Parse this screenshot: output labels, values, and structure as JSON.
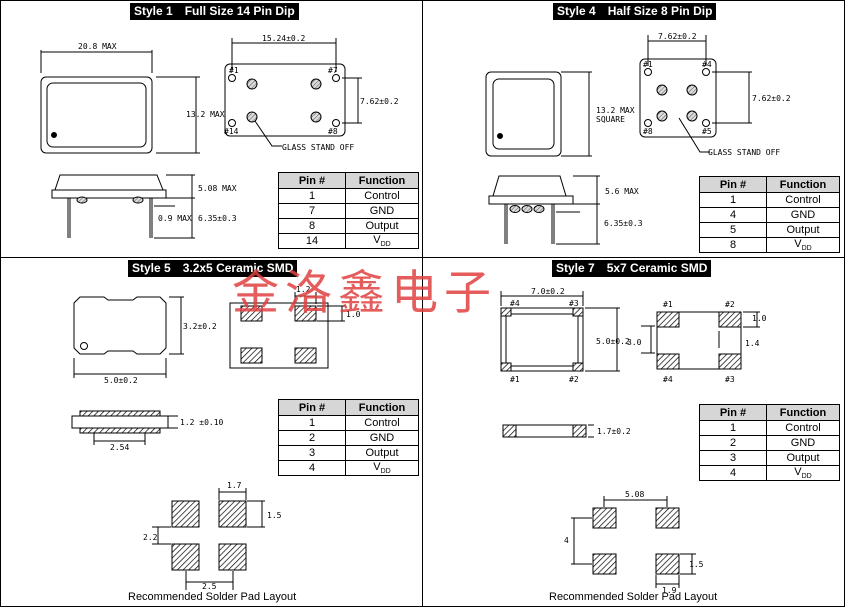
{
  "sections": [
    {
      "style": "Style 1",
      "title": "Full Size 14 Pin Dip"
    },
    {
      "style": "Style 4",
      "title": "Half Size 8 Pin Dip"
    },
    {
      "style": "Style 5",
      "title": "3.2x5 Ceramic SMD"
    },
    {
      "style": "Style 7",
      "title": "5x7 Ceramic SMD"
    }
  ],
  "table_headers": {
    "pin": "Pin #",
    "function": "Function"
  },
  "tables": {
    "style1": [
      [
        "1",
        "Control"
      ],
      [
        "7",
        "GND"
      ],
      [
        "8",
        "Output"
      ],
      [
        "14",
        "V_DD"
      ]
    ],
    "style4": [
      [
        "1",
        "Control"
      ],
      [
        "4",
        "GND"
      ],
      [
        "5",
        "Output"
      ],
      [
        "8",
        "V_DD"
      ]
    ],
    "style5": [
      [
        "1",
        "Control"
      ],
      [
        "2",
        "GND"
      ],
      [
        "3",
        "Output"
      ],
      [
        "4",
        "V_DD"
      ]
    ],
    "style7": [
      [
        "1",
        "Control"
      ],
      [
        "2",
        "GND"
      ],
      [
        "3",
        "Output"
      ],
      [
        "4",
        "V_DD"
      ]
    ]
  },
  "labels": {
    "s1": {
      "w": "20.8 MAX",
      "h": "13.2 MAX",
      "pitch": "15.24±0.2",
      "pin1": "#1",
      "pin7": "#7",
      "pin14": "#14",
      "pin8": "#8",
      "row": "7.62±0.2",
      "glass": "GLASS STAND OFF",
      "height": "5.08 MAX",
      "standoff": "0.9 MAX",
      "lead": "6.35±0.3"
    },
    "s4": {
      "h1": "13.2 MAX",
      "h2": "SQUARE",
      "pitch": "7.62±0.2",
      "pin1": "#1",
      "pin4": "#4",
      "pin8": "#8",
      "pin5": "#5",
      "row": "7.62±0.2",
      "glass": "GLASS STAND OFF",
      "height": "5.6 MAX",
      "lead": "6.35±0.3"
    },
    "s5": {
      "h": "3.2±0.2",
      "w": "5.0±0.2",
      "pad_w": "1.2",
      "pad_h": "1.0",
      "thick": "1.2 ±0.10",
      "pitch": "2.54",
      "sp_w": "1.7",
      "sp_h": "1.5",
      "sp_gap": "2.2",
      "sp_pitch": "2.5"
    },
    "s7": {
      "w": "7.0±0.2",
      "h": "5.0±0.2",
      "inner_h": "3.0",
      "p4": "#4",
      "p3": "#3",
      "p1": "#1",
      "p2": "#2",
      "bp1": "#1",
      "bp2": "#2",
      "bp4": "#4",
      "bp3": "#3",
      "pad_h": "1.0",
      "pad_w": "1.4",
      "thick": "1.7±0.2",
      "sp_pitch": "5.08",
      "sp_gap": "4",
      "sp_h": "1.5",
      "sp_w": "1.9"
    }
  },
  "recommended": "Recommended Solder Pad Layout",
  "watermark": "金洛鑫电子",
  "colors": {
    "header_bg": "#000000",
    "table_header_bg": "#d6d6d6",
    "watermark": "#e04040",
    "pad_hatch": "#000000"
  }
}
